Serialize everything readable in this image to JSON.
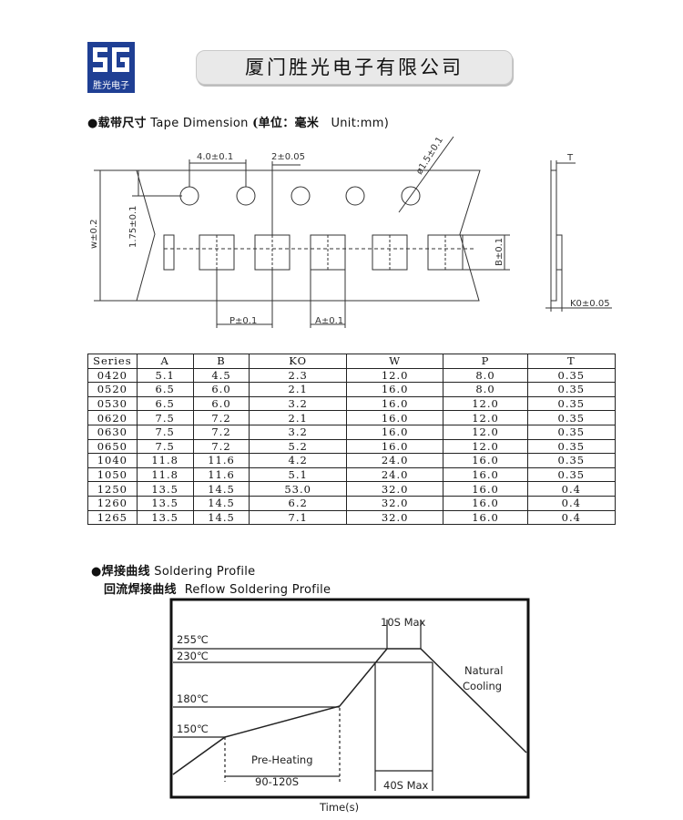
{
  "header": {
    "logo_mark": "SG",
    "logo_text": "胜光电子",
    "company": "厦门胜光电子有限公司"
  },
  "tape_section": {
    "title_cn": "●载带尺寸",
    "title_en": "Tape Dimension",
    "unit_cn": "(单位：毫米",
    "unit_en": "Unit:mm)",
    "dim_labels": {
      "hole_pitch": "4.0±0.1",
      "p2": "2±0.05",
      "hole_dia": "ø1.5±0.1",
      "edge_to_hole": "1.75±0.1",
      "width": "w±0.2",
      "pitch": "P±0.1",
      "cavity_a": "A±0.1",
      "cavity_b": "B±0.1",
      "thickness": "T",
      "k0": "K0±0.05"
    }
  },
  "table": {
    "headers": [
      "Series",
      "A",
      "B",
      "KO",
      "W",
      "P",
      "T"
    ],
    "rows": [
      [
        "0420",
        "5.1",
        "4.5",
        "2.3",
        "12.0",
        "8.0",
        "0.35"
      ],
      [
        "0520",
        "6.5",
        "6.0",
        "2.1",
        "16.0",
        "8.0",
        "0.35"
      ],
      [
        "0530",
        "6.5",
        "6.0",
        "3.2",
        "16.0",
        "12.0",
        "0.35"
      ],
      [
        "0620",
        "7.5",
        "7.2",
        "2.1",
        "16.0",
        "12.0",
        "0.35"
      ],
      [
        "0630",
        "7.5",
        "7.2",
        "3.2",
        "16.0",
        "12.0",
        "0.35"
      ],
      [
        "0650",
        "7.5",
        "7.2",
        "5.2",
        "16.0",
        "12.0",
        "0.35"
      ],
      [
        "1040",
        "11.8",
        "11.6",
        "4.2",
        "24.0",
        "16.0",
        "0.35"
      ],
      [
        "1050",
        "11.8",
        "11.6",
        "5.1",
        "24.0",
        "16.0",
        "0.35"
      ],
      [
        "1250",
        "13.5",
        "14.5",
        "53.0",
        "32.0",
        "16.0",
        "0.4"
      ],
      [
        "1260",
        "13.5",
        "14.5",
        "6.2",
        "32.0",
        "16.0",
        "0.4"
      ],
      [
        "1265",
        "13.5",
        "14.5",
        "7.1",
        "32.0",
        "16.0",
        "0.4"
      ]
    ]
  },
  "soldering_section": {
    "title_cn": "●焊接曲线",
    "title_en": "Soldering Profile",
    "subtitle_cn": "回流焊接曲线",
    "subtitle_en": "Reflow Soldering Profile"
  },
  "profile": {
    "temps": [
      "255℃",
      "230℃",
      "180℃",
      "150℃"
    ],
    "peak_time": "10S Max",
    "above_230_time": "40S Max",
    "preheat": "Pre-Heating",
    "preheat_time": "90-120S",
    "cooling_1": "Natural",
    "cooling_2": "Cooling",
    "xlabel": "Time(s)"
  }
}
